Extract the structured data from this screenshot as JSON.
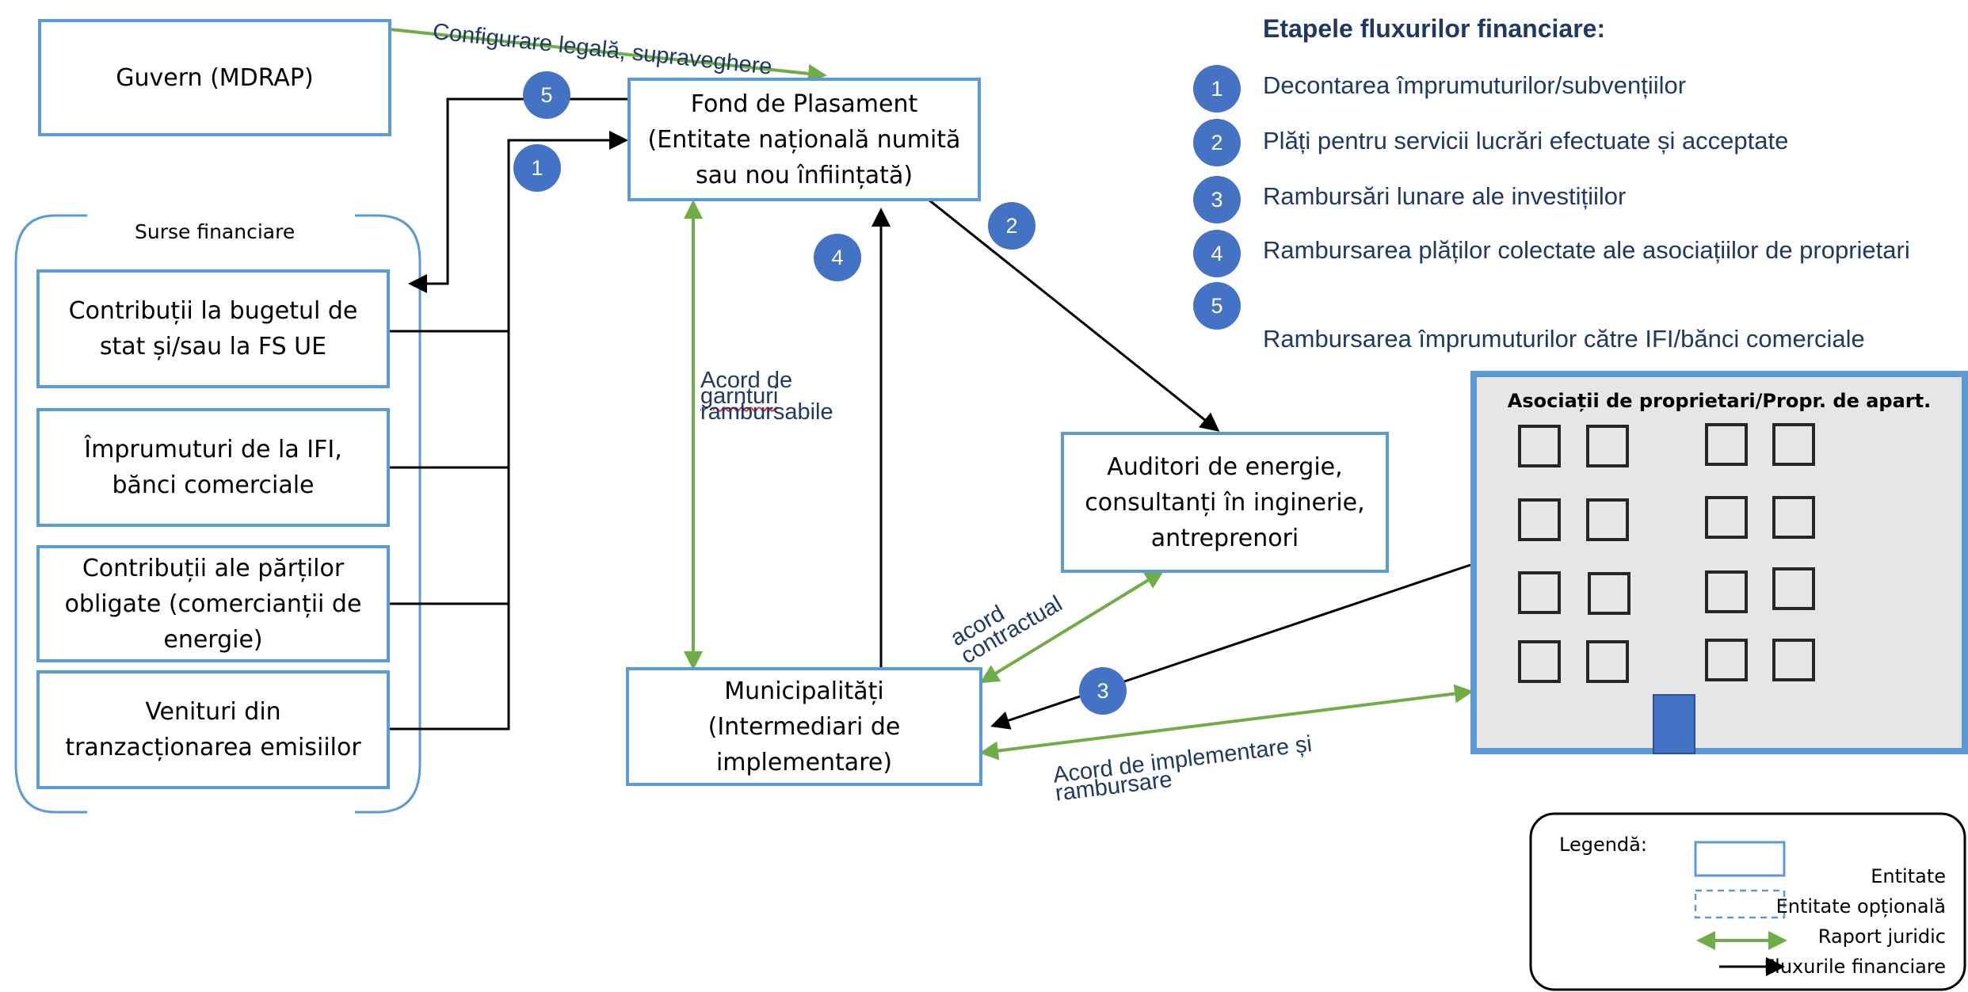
{
  "entities": {
    "government": "Guvern (MDRAP)",
    "fund_line1": "Fond de Plasament",
    "fund_line2": "(Entitate națională numită",
    "fund_line3": "sau nou înființată)",
    "auditors_line1": "Auditori de energie,",
    "auditors_line2": "consultanți în inginerie,",
    "auditors_line3": "antreprenori",
    "municipalities_line1": "Municipalități",
    "municipalities_line2": "(Intermediari de",
    "municipalities_line3": "implementare)",
    "associations_title": "Asociații de proprietari/Propr. de apart."
  },
  "sources": {
    "title": "Surse financiare",
    "items": [
      {
        "line1": "Contribuții la bugetul de",
        "line2": "stat și/sau la FS UE",
        "line3": ""
      },
      {
        "line1": "Împrumuturi de la IFI,",
        "line2": "bănci comerciale",
        "line3": ""
      },
      {
        "line1": "Contribuții ale părților",
        "line2": "obligate (comercianții de",
        "line3": "energie)"
      },
      {
        "line1": "Venituri din",
        "line2": "tranzacționarea emisiilor",
        "line3": ""
      }
    ]
  },
  "relations": {
    "legal_config": "Configurare legală, supraveghere",
    "guarantee_line1": "Acord de",
    "guarantee_line2": "garnturi",
    "guarantee_line3": "rambursabile",
    "contract_line1": "acord",
    "contract_line2": "contractual",
    "implementation_line1": "Acord de implementare și",
    "implementation_line2": "rambursare"
  },
  "steps": {
    "title": "Etapele fluxurilor financiare:",
    "items": [
      {
        "number": "1",
        "text": "Decontarea împrumuturilor/subvențiilor"
      },
      {
        "number": "2",
        "text": "Plăți pentru servicii lucrări efectuate și acceptate"
      },
      {
        "number": "3",
        "text": "Rambursări lunare ale investițiilor"
      },
      {
        "number": "4",
        "text": "Rambursarea plăților colectate ale asociațiilor de proprietari"
      },
      {
        "number": "5",
        "text": "Rambursarea împrumuturilor către IFI/bănci comerciale"
      }
    ]
  },
  "legend": {
    "title": "Legendă:",
    "entity": "Entitate",
    "optional_entity": "Entitate opțională",
    "legal_relation": "Raport juridic",
    "financial_flows": "Fluxurile financiare"
  },
  "colors": {
    "entity_border": "#5b9bd5",
    "badge": "#4472c4",
    "legal_arrow": "#70ad47",
    "text_blue": "#1f3864",
    "door": "#4472c4"
  }
}
